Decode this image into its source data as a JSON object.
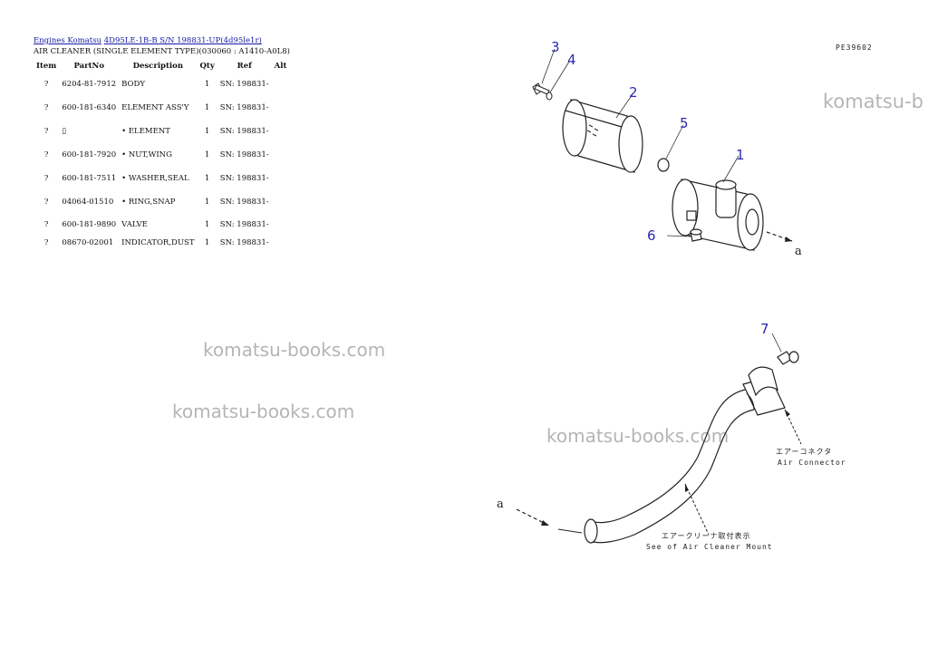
{
  "breadcrumb": {
    "link1": "Engines Komatsu",
    "link2": "4D95LE-1B-B S/N 198831-UP(4d95le1r)"
  },
  "section_title": "AIR CLEANER (SINGLE ELEMENT TYPE)(030060 : A1410-A0L8)",
  "table": {
    "headers": [
      "Item",
      "PartNo",
      "Description",
      "Qty",
      "Ref",
      "Alt"
    ],
    "rows": [
      {
        "item": "?",
        "part_no": "6204-81-7912",
        "description": "BODY",
        "qty": "1",
        "ref": "SN: 198831-",
        "alt": ""
      },
      {
        "item": "?",
        "part_no": "600-181-6340",
        "description": "ELEMENT ASS'Y",
        "qty": "1",
        "ref": "SN: 198831-",
        "alt": ""
      },
      {
        "item": "?",
        "part_no": "▯",
        "description": "• ELEMENT",
        "qty": "1",
        "ref": "SN: 198831-",
        "alt": ""
      },
      {
        "item": "?",
        "part_no": "600-181-7920",
        "description": "• NUT,WING",
        "qty": "1",
        "ref": "SN: 198831-",
        "alt": ""
      },
      {
        "item": "?",
        "part_no": "600-181-7511",
        "description": "• WASHER,SEAL",
        "qty": "1",
        "ref": "SN: 198831-",
        "alt": ""
      },
      {
        "item": "?",
        "part_no": "04064-01510",
        "description": "• RING,SNAP",
        "qty": "1",
        "ref": "SN: 198831-",
        "alt": ""
      },
      {
        "item": "?",
        "part_no": "600-181-9890",
        "description": "VALVE",
        "qty": "1",
        "ref": "SN: 198831-",
        "alt": ""
      },
      {
        "item": "?",
        "part_no": "08670-02001",
        "description": "INDICATOR,DUST",
        "qty": "1",
        "ref": "SN: 198831-",
        "alt": ""
      }
    ]
  },
  "watermarks": {
    "w1": "komatsu-books.com",
    "w2": "komatsu-books.com",
    "w3": "komatsu-books.com",
    "w4": "komatsu-b"
  },
  "diagram": {
    "code": "PE39602",
    "callouts": [
      "1",
      "2",
      "3",
      "4",
      "5",
      "6",
      "7"
    ],
    "letter_top": "a",
    "letter_bottom": "a",
    "air_connector_jp": "エアーコネクタ",
    "air_connector_en": "Air Connector",
    "mount_jp": "エアークリーナ取付表示",
    "mount_en": "See of Air Cleaner Mount"
  }
}
